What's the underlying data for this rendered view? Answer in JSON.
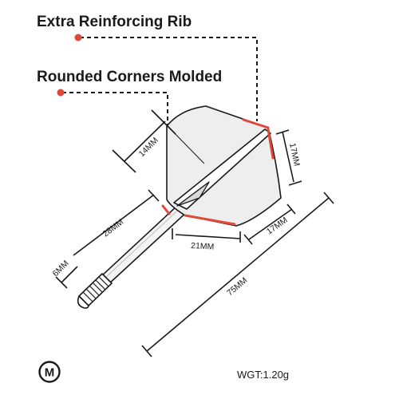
{
  "callouts": {
    "rib": "Extra Reinforcing Rib",
    "corners": "Rounded Corners Molded"
  },
  "dimensions": {
    "height_14": "14MM",
    "width_17": "17MM",
    "shaft_28": "28MM",
    "thread_6": "6MM",
    "root_21": "21MM",
    "edge_17": "17MM",
    "total_75": "75MM"
  },
  "badge": {
    "letter": "M"
  },
  "weight": {
    "label": "WGT:1.20g"
  },
  "colors": {
    "accent": "#e0493a",
    "ink": "#1a1a1a",
    "flight_fill": "#eeeeee",
    "shaft_fill": "#f4f4f4"
  }
}
